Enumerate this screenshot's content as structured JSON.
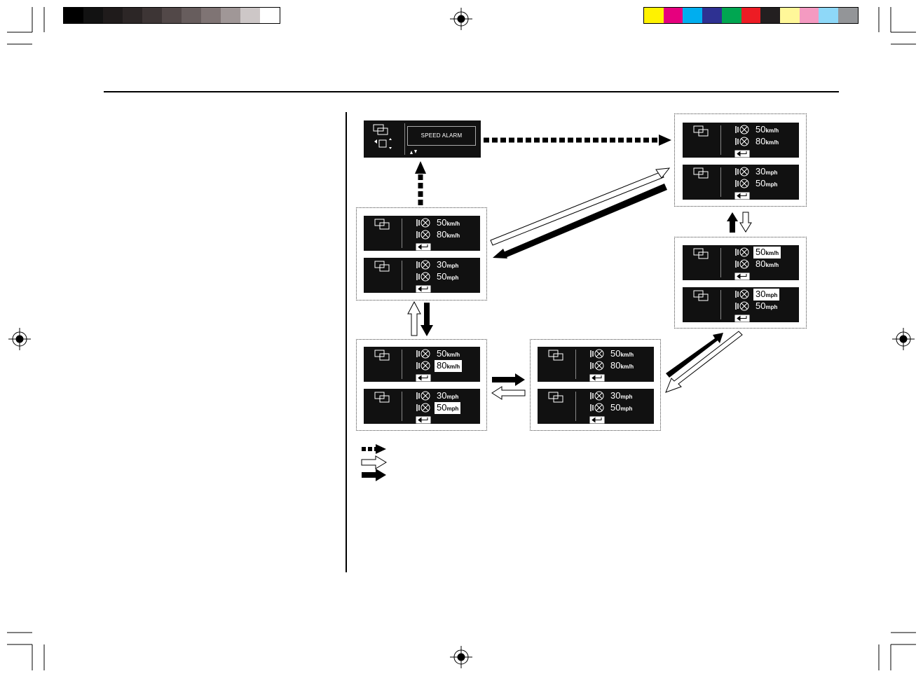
{
  "color_bars": {
    "gray_steps": [
      "#000000",
      "#121212",
      "#1f1b1b",
      "#2c2626",
      "#3d3535",
      "#524848",
      "#675d5d",
      "#7f7474",
      "#a09797",
      "#cdc7c7",
      "#ffffff"
    ],
    "process_colors": [
      "#fff200",
      "#e6007e",
      "#00aeef",
      "#2e3192",
      "#00a651",
      "#ed1c24",
      "#231f20",
      "#fff799",
      "#f49ac1",
      "#8ed8f8",
      "#939598"
    ]
  },
  "speed_alarm_screen": {
    "label": "SPEED ALARM"
  },
  "screens": {
    "left_mid": {
      "top": [
        "50",
        "km/h",
        "80",
        "km/h"
      ],
      "bottom": [
        "30",
        "mph",
        "50",
        "mph"
      ]
    },
    "left_low": {
      "top": [
        "50",
        "km/h",
        "80",
        "km/h"
      ],
      "bottom": [
        "30",
        "mph",
        "50",
        "mph"
      ]
    },
    "center_low": {
      "top": [
        "50",
        "km/h",
        "80",
        "km/h"
      ],
      "bottom": [
        "30",
        "mph",
        "50",
        "mph"
      ]
    },
    "right_top": {
      "top": [
        "50",
        "km/h",
        "80",
        "km/h"
      ],
      "bottom": [
        "30",
        "mph",
        "50",
        "mph"
      ]
    },
    "right_mid": {
      "top": [
        "50",
        "km/h",
        "80",
        "km/h"
      ],
      "bottom": [
        "30",
        "mph",
        "50",
        "mph"
      ]
    }
  },
  "legend": [
    "dashed-arrow-icon",
    "outline-arrow-icon",
    "solid-arrow-icon"
  ]
}
